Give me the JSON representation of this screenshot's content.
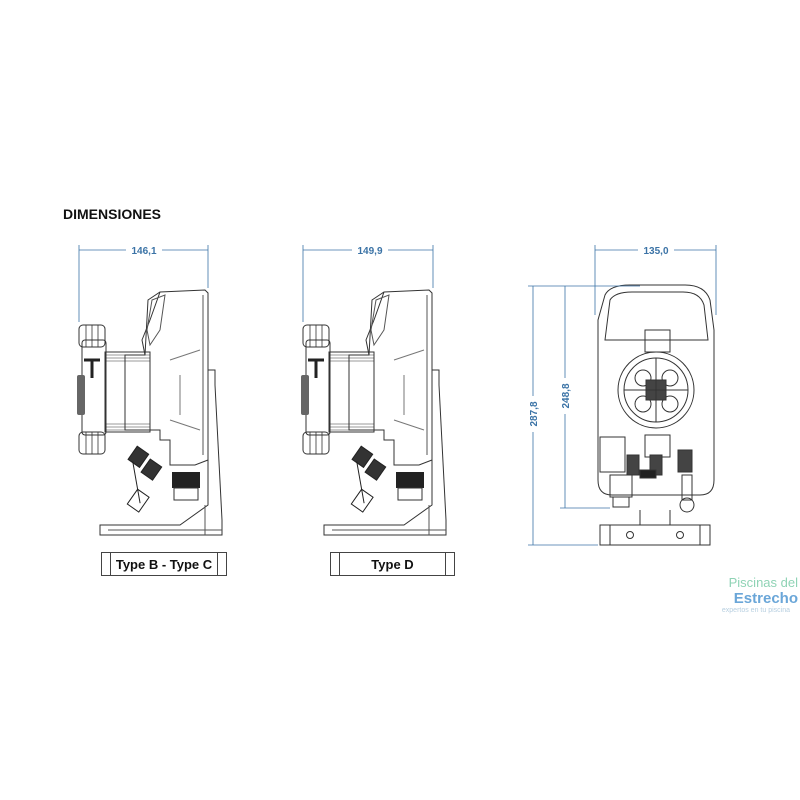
{
  "title": "DIMENSIONES",
  "views": [
    {
      "name": "side-view-type-bc",
      "width_dim": "146,1",
      "label": "Type B - Type C"
    },
    {
      "name": "side-view-type-d",
      "width_dim": "149,9",
      "label": "Type D"
    },
    {
      "name": "front-view",
      "width_dim": "135,0",
      "height_total_dim": "287,8",
      "height_body_dim": "248,8"
    }
  ],
  "watermark": {
    "brand_prefix": "Piscinas del ",
    "brand_name": "Estrecho",
    "tagline": "expertos en tu piscina"
  },
  "colors": {
    "dimension": "#3b73a6",
    "line": "#333333"
  }
}
